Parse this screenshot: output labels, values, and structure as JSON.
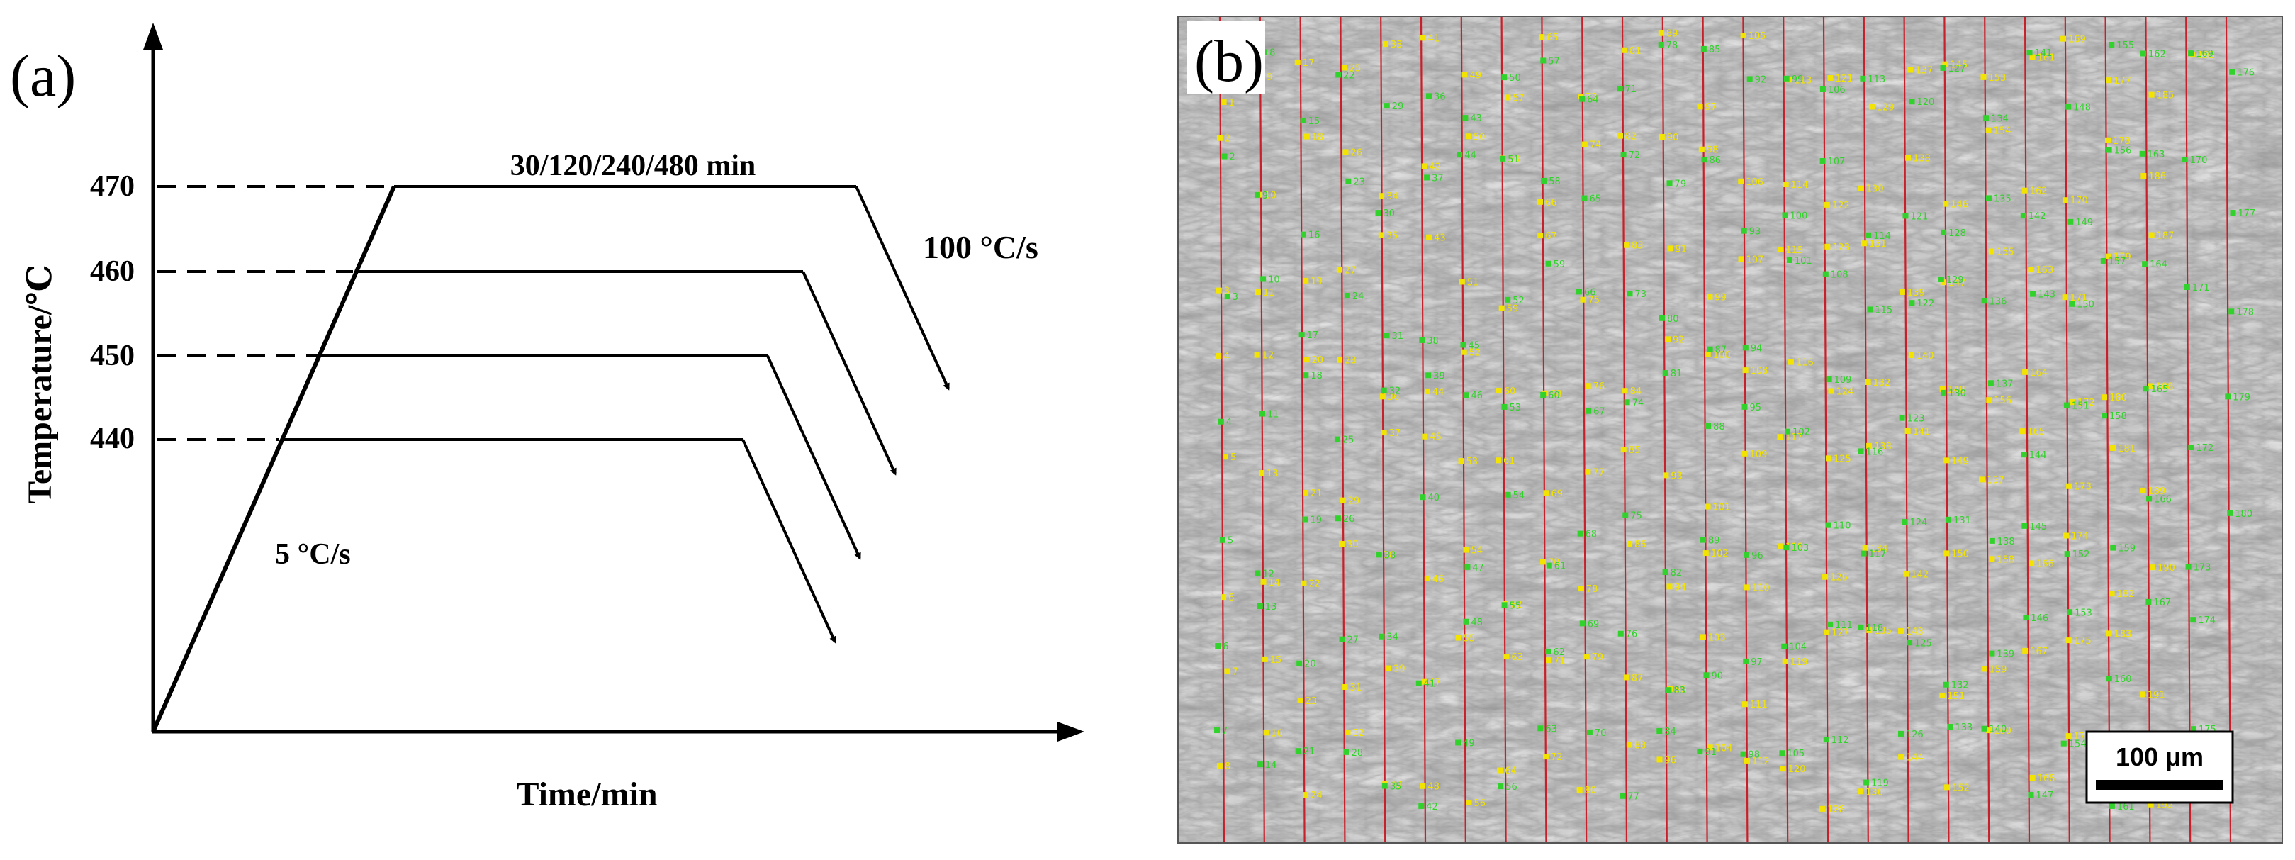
{
  "panel_a": {
    "label": "(a)",
    "y_axis_label": "Temperature/℃",
    "x_axis_label": "Time/min",
    "temperatures": [
      "470",
      "460",
      "450",
      "440"
    ],
    "hold_label": "30/120/240/480 min",
    "heating_rate": "5 °C/s",
    "cooling_rate": "100 °C/s"
  },
  "panel_b": {
    "label": "(b)",
    "scale_bar": "100 μm",
    "colors": {
      "line": "#c8202a",
      "yellow_marker": "#f2e400",
      "green_marker": "#31d22c"
    },
    "line_columns": 26,
    "yellow_markers": [
      "1",
      "2",
      "3",
      "4",
      "5",
      "6",
      "7",
      "8",
      "9",
      "10",
      "11",
      "12",
      "13",
      "14",
      "15",
      "16",
      "17",
      "18",
      "19",
      "20",
      "21",
      "22",
      "23",
      "24",
      "25",
      "26",
      "27",
      "28",
      "29",
      "30",
      "31",
      "32",
      "33",
      "34",
      "35",
      "36",
      "37",
      "38",
      "39",
      "40",
      "41",
      "42",
      "43",
      "44",
      "45",
      "46",
      "47",
      "48",
      "49",
      "50",
      "51",
      "52",
      "53",
      "54",
      "55",
      "56",
      "57",
      "58",
      "59",
      "60",
      "61",
      "62",
      "63",
      "64",
      "65",
      "66",
      "67",
      "68",
      "69",
      "70",
      "71",
      "72",
      "73",
      "74",
      "75",
      "76",
      "77",
      "78",
      "79",
      "80",
      "81",
      "82",
      "83",
      "84",
      "85",
      "86",
      "87",
      "88",
      "89",
      "90",
      "91",
      "92",
      "93",
      "94",
      "95",
      "96",
      "97",
      "98",
      "99",
      "100",
      "101",
      "102",
      "103",
      "104",
      "105",
      "106",
      "107",
      "108",
      "109",
      "110",
      "111",
      "112",
      "113",
      "114",
      "115",
      "116",
      "117",
      "118",
      "119",
      "120",
      "121",
      "122",
      "123",
      "124",
      "125",
      "126",
      "127",
      "128",
      "129",
      "130",
      "131",
      "132",
      "133",
      "134",
      "135",
      "136",
      "137",
      "138",
      "139",
      "140",
      "141",
      "142",
      "143",
      "144",
      "145",
      "146",
      "147",
      "148",
      "149",
      "150",
      "151",
      "152",
      "153",
      "154",
      "155",
      "156",
      "157",
      "158",
      "159",
      "160",
      "161",
      "162",
      "163",
      "164",
      "165",
      "166",
      "167",
      "168",
      "169",
      "170",
      "171",
      "172",
      "173",
      "174",
      "175",
      "176",
      "177",
      "178",
      "179",
      "180",
      "181",
      "182",
      "183",
      "184",
      "185",
      "186",
      "187",
      "188",
      "189",
      "190",
      "191",
      "192",
      "193"
    ],
    "green_markers": [
      "1",
      "2",
      "3",
      "4",
      "5",
      "6",
      "7",
      "8",
      "9",
      "10",
      "11",
      "12",
      "13",
      "14",
      "15",
      "16",
      "17",
      "18",
      "19",
      "20",
      "21",
      "22",
      "23",
      "24",
      "25",
      "26",
      "27",
      "28",
      "29",
      "30",
      "31",
      "32",
      "33",
      "34",
      "35",
      "36",
      "37",
      "38",
      "39",
      "40",
      "41",
      "42",
      "43",
      "44",
      "45",
      "46",
      "47",
      "48",
      "49",
      "50",
      "51",
      "52",
      "53",
      "54",
      "55",
      "56",
      "57",
      "58",
      "59",
      "60",
      "61",
      "62",
      "63",
      "64",
      "65",
      "66",
      "67",
      "68",
      "69",
      "70",
      "71",
      "72",
      "73",
      "74",
      "75",
      "76",
      "77",
      "78",
      "79",
      "80",
      "81",
      "82",
      "83",
      "84",
      "85",
      "86",
      "87",
      "88",
      "89",
      "90",
      "91",
      "92",
      "93",
      "94",
      "95",
      "96",
      "97",
      "98",
      "99",
      "100",
      "101",
      "102",
      "103",
      "104",
      "105",
      "106",
      "107",
      "108",
      "109",
      "110",
      "111",
      "112",
      "113",
      "114",
      "115",
      "116",
      "117",
      "118",
      "119",
      "120",
      "121",
      "122",
      "123",
      "124",
      "125",
      "126",
      "127",
      "128",
      "129",
      "130",
      "131",
      "132",
      "133",
      "134",
      "135",
      "136",
      "137",
      "138",
      "139",
      "140",
      "141",
      "142",
      "143",
      "144",
      "145",
      "146",
      "147",
      "148",
      "149",
      "150",
      "151",
      "152",
      "153",
      "154",
      "155",
      "156",
      "157",
      "158",
      "159",
      "160",
      "161",
      "162",
      "163",
      "164",
      "165",
      "166",
      "167",
      "168",
      "169",
      "170",
      "171",
      "172",
      "173",
      "174",
      "175",
      "176",
      "177",
      "178",
      "179",
      "180"
    ]
  }
}
